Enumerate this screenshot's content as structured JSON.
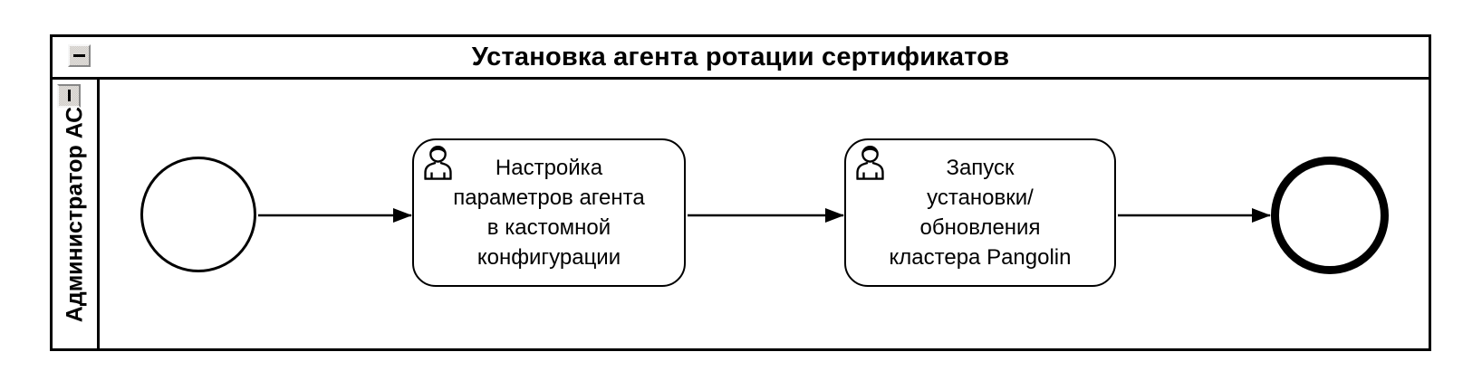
{
  "colors": {
    "stroke": "#000000",
    "fill": "#ffffff",
    "button_face": "#d9d6d2",
    "button_highlight": "#f6f6f6",
    "button_shadow": "#878787"
  },
  "pool": {
    "title": "Установка агента ротации сертификатов",
    "collapse_button": {
      "icon": "minus-icon"
    },
    "lane": {
      "label": "Администратор АС",
      "collapse_button": {
        "icon": "minus-icon"
      }
    }
  },
  "process": {
    "start_event": {
      "kind": "start-event"
    },
    "tasks": [
      {
        "kind": "user-task",
        "icon": "user-icon",
        "lines": [
          "Настройка",
          "параметров агента",
          "в кастомной",
          "конфигурации"
        ]
      },
      {
        "kind": "user-task",
        "icon": "user-icon",
        "lines": [
          "Запуск",
          "установки/",
          "обновления",
          "кластера Pangolin"
        ]
      }
    ],
    "end_event": {
      "kind": "end-event"
    },
    "flows": [
      {
        "from": "start-event",
        "to": "task-1"
      },
      {
        "from": "task-1",
        "to": "task-2"
      },
      {
        "from": "task-2",
        "to": "end-event"
      }
    ]
  }
}
